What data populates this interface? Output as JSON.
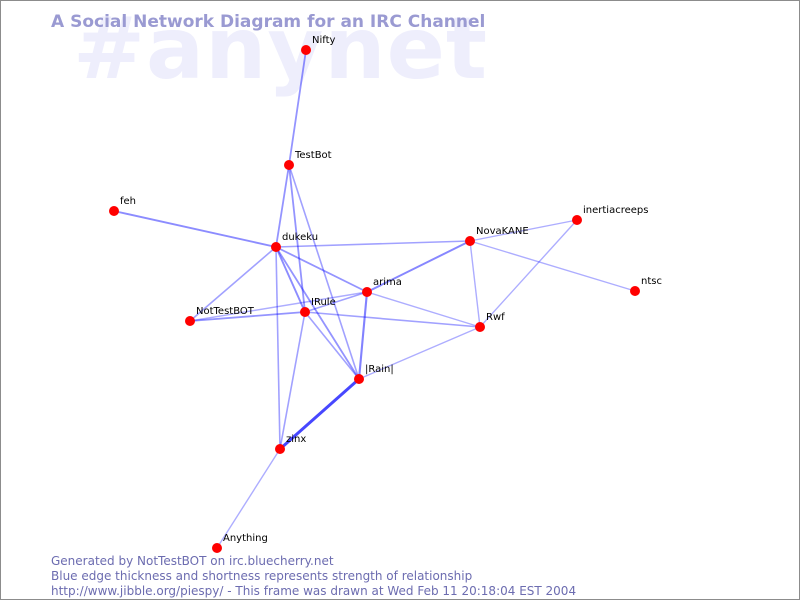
{
  "watermark": "#anynet",
  "title": "A Social Network Diagram for an IRC Channel",
  "colors": {
    "node": "#ff0000",
    "edge": "#0000ff",
    "title": "#9a9ad2",
    "footer": "#6c6cb0",
    "watermark": "#eeeefc"
  },
  "nodes": [
    {
      "id": "Nifty",
      "label": "Nifty"
    },
    {
      "id": "TestBot",
      "label": "TestBot"
    },
    {
      "id": "feh",
      "label": "feh"
    },
    {
      "id": "dukeku",
      "label": "dukeku"
    },
    {
      "id": "NovaKANE",
      "label": "NovaKANE"
    },
    {
      "id": "inertiacreeps",
      "label": "inertiacreeps"
    },
    {
      "id": "ntsc",
      "label": "ntsc"
    },
    {
      "id": "arima",
      "label": "arima"
    },
    {
      "id": "NotTestBOT",
      "label": "NotTestBOT"
    },
    {
      "id": "IRule",
      "label": "IRule"
    },
    {
      "id": "Rwf",
      "label": "Rwf"
    },
    {
      "id": "Rain",
      "label": "|Rain|"
    },
    {
      "id": "zinx",
      "label": "zinx"
    },
    {
      "id": "Anything",
      "label": "Anything"
    }
  ],
  "edges": [
    {
      "from": "Nifty",
      "to": "TestBot",
      "weight": 0.4
    },
    {
      "from": "TestBot",
      "to": "dukeku",
      "weight": 0.4
    },
    {
      "from": "TestBot",
      "to": "IRule",
      "weight": 0.4
    },
    {
      "from": "TestBot",
      "to": "Rain",
      "weight": 0.3
    },
    {
      "from": "feh",
      "to": "dukeku",
      "weight": 0.45
    },
    {
      "from": "dukeku",
      "to": "NovaKANE",
      "weight": 0.3
    },
    {
      "from": "dukeku",
      "to": "arima",
      "weight": 0.4
    },
    {
      "from": "dukeku",
      "to": "NotTestBOT",
      "weight": 0.3
    },
    {
      "from": "dukeku",
      "to": "IRule",
      "weight": 0.45
    },
    {
      "from": "dukeku",
      "to": "Rain",
      "weight": 0.4
    },
    {
      "from": "dukeku",
      "to": "zinx",
      "weight": 0.3
    },
    {
      "from": "NovaKANE",
      "to": "inertiacreeps",
      "weight": 0.2
    },
    {
      "from": "NovaKANE",
      "to": "ntsc",
      "weight": 0.2
    },
    {
      "from": "NovaKANE",
      "to": "arima",
      "weight": 0.5
    },
    {
      "from": "NovaKANE",
      "to": "Rwf",
      "weight": 0.2
    },
    {
      "from": "inertiacreeps",
      "to": "Rwf",
      "weight": 0.2
    },
    {
      "from": "arima",
      "to": "IRule",
      "weight": 0.3
    },
    {
      "from": "arima",
      "to": "Rwf",
      "weight": 0.2
    },
    {
      "from": "arima",
      "to": "Rain",
      "weight": 0.55
    },
    {
      "from": "arima",
      "to": "NotTestBOT",
      "weight": 0.2
    },
    {
      "from": "NotTestBOT",
      "to": "IRule",
      "weight": 0.4
    },
    {
      "from": "IRule",
      "to": "Rwf",
      "weight": 0.3
    },
    {
      "from": "IRule",
      "to": "Rain",
      "weight": 0.3
    },
    {
      "from": "IRule",
      "to": "zinx",
      "weight": 0.3
    },
    {
      "from": "Rwf",
      "to": "Rain",
      "weight": 0.2
    },
    {
      "from": "Rain",
      "to": "zinx",
      "weight": 1.0
    },
    {
      "from": "zinx",
      "to": "Anything",
      "weight": 0.2
    }
  ],
  "footer": {
    "line1": "Generated by NotTestBOT on irc.bluecherry.net",
    "line2": "Blue edge thickness and shortness represents strength of relationship",
    "line3": "http://www.jibble.org/piespy/ - This frame was drawn at Wed Feb 11 20:18:04 EST 2004"
  }
}
